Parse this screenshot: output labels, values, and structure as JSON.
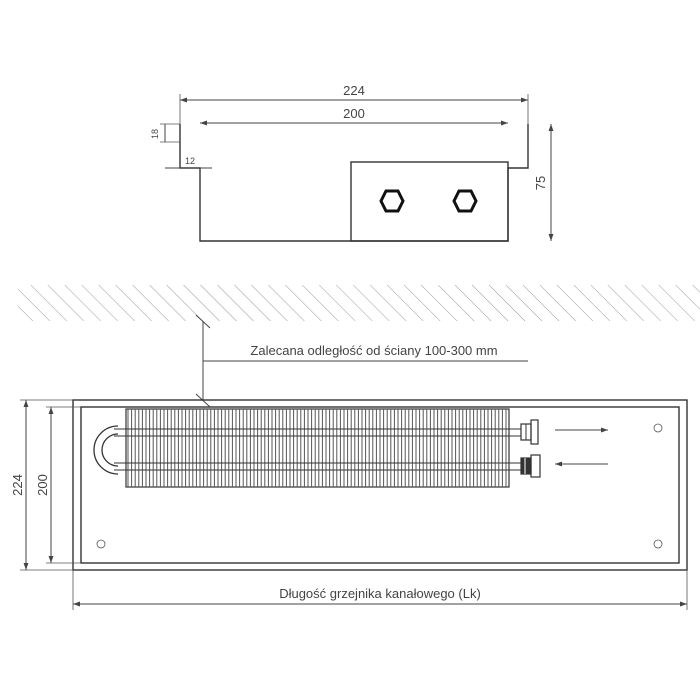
{
  "cross_section": {
    "dim_outer_width": "224",
    "dim_inner_width": "200",
    "dim_flange_height": "18",
    "dim_flange_width": "12",
    "dim_height": "75"
  },
  "top_view": {
    "wall_distance_label": "Zalecana odległość od ściany 100-300 mm",
    "dim_outer_width": "224",
    "dim_inner_width": "200",
    "length_label": "Długość grzejnika kanałowego (Lk)"
  },
  "colors": {
    "line": "#333333",
    "hatch": "#9a9a9a",
    "fins": "#555555"
  }
}
